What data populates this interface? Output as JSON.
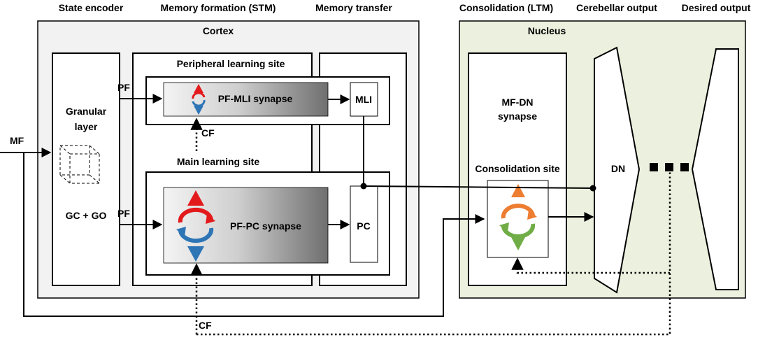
{
  "headers": {
    "state_encoder": "State encoder",
    "memory_formation": "Memory formation (STM)",
    "memory_transfer": "Memory transfer",
    "consolidation": "Consolidation (LTM)",
    "cerebellar_output": "Cerebellar output",
    "desired_output": "Desired output"
  },
  "cortex": {
    "title": "Cortex",
    "granular_line1": "Granular",
    "granular_line2": "layer",
    "gc_go": "GC + GO",
    "peripheral_title": "Peripheral learning site",
    "pf_mli_synapse": "PF-MLI synapse",
    "mli": "MLI",
    "main_title": "Main learning site",
    "pf_pc_synapse": "PF-PC synapse",
    "pc": "PC"
  },
  "nucleus": {
    "title": "Nucleus",
    "mf_dn_line1": "MF-DN",
    "mf_dn_line2": "synapse",
    "consolidation_site": "Consolidation site",
    "dn": "DN"
  },
  "signals": {
    "mf": "MF",
    "pf_top": "PF",
    "pf_bottom": "PF",
    "cf_top": "CF",
    "cf_bottom": "CF"
  },
  "colors": {
    "cortex_fill": "#f2f2f2",
    "nucleus_fill": "#ebf1de",
    "red": "#e31a1c",
    "blue": "#2e75b6",
    "orange": "#ed7d31",
    "green": "#70ad47"
  }
}
